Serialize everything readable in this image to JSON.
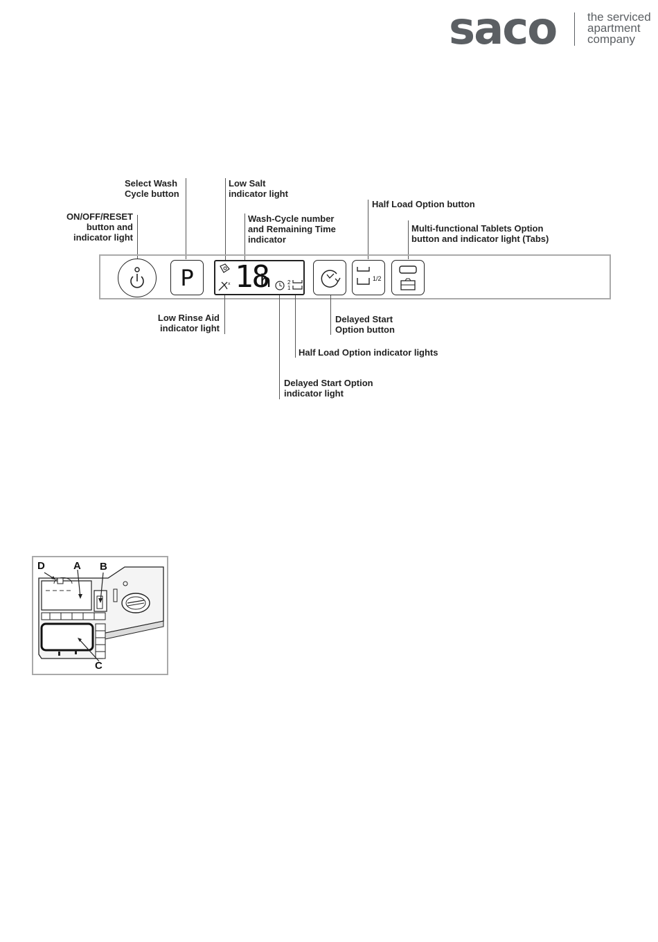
{
  "logo": {
    "word": "saco",
    "tagline": [
      "the serviced",
      "apartment",
      "company"
    ]
  },
  "panel": {
    "select_button_letter": "P",
    "display_digits": "18",
    "display_unit": "h",
    "half_load_label": "1/2",
    "half_load_indicators": [
      "2",
      "1"
    ]
  },
  "callouts": {
    "on_off_reset": [
      "ON/OFF/RESET",
      "button and",
      "indicator light"
    ],
    "select_wash_cycle": [
      "Select Wash",
      "Cycle button"
    ],
    "low_salt": [
      "Low Salt",
      "indicator light"
    ],
    "wash_cycle_number": [
      "Wash-Cycle number",
      "and Remaining Time",
      "indicator"
    ],
    "half_load_button": [
      "Half Load Option button"
    ],
    "multi_tablets": [
      "Multi-functional Tablets Option",
      "button and indicator light (Tabs)"
    ],
    "low_rinse_aid": [
      "Low Rinse Aid",
      "indicator light"
    ],
    "delayed_start_button": [
      "Delayed Start",
      "Option button"
    ],
    "half_load_indicators": [
      "Half Load Option indicator lights"
    ],
    "delayed_start_indicator": [
      "Delayed Start Option",
      "indicator light"
    ]
  },
  "dispenser_figure": {
    "labels": [
      "D",
      "A",
      "B",
      "C"
    ]
  }
}
